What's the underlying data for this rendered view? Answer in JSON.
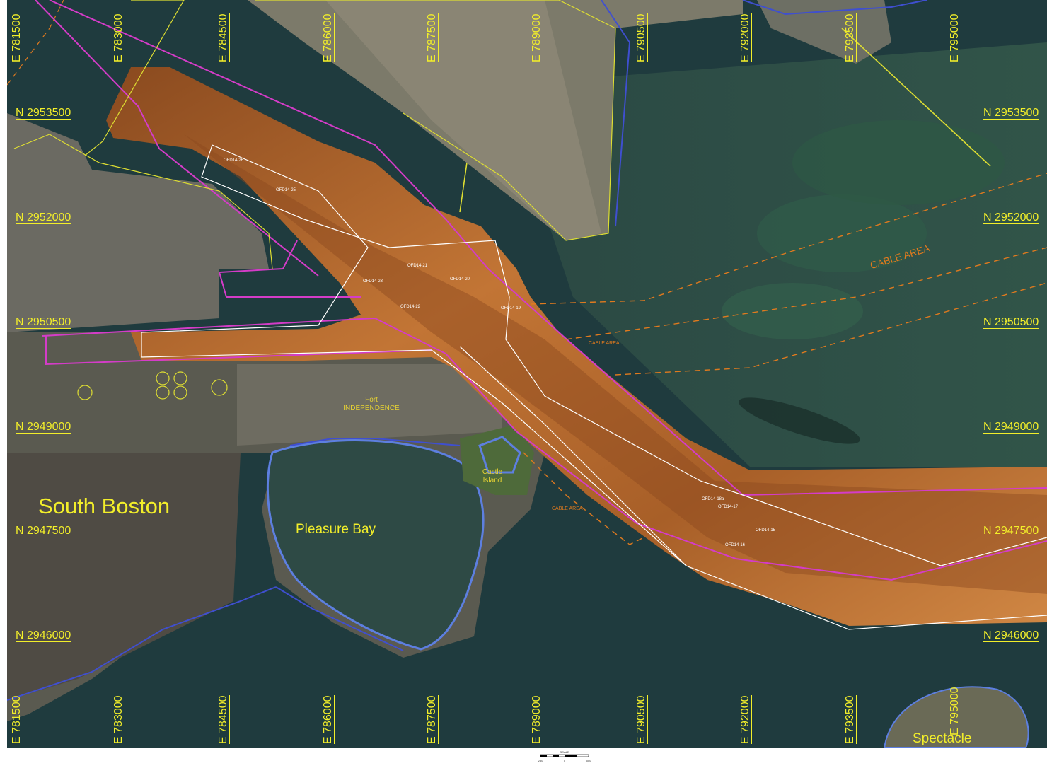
{
  "map": {
    "place_labels": {
      "south_boston": "South Boston",
      "pleasure_bay": "Pleasure Bay",
      "spectacle": "Spectacle",
      "castle_island": "Castle Island",
      "fort_independence": "Fort INDEPENDENCE"
    },
    "cable_area_labels": [
      "CABLE AREA",
      "CABLE AREA",
      "CABLE AREA"
    ],
    "northing_labels": [
      "N 2953500",
      "N 2952000",
      "N 2950500",
      "N 2949000",
      "N 2947500",
      "N 2946000"
    ],
    "easting_labels": [
      "E 781500",
      "E 783000",
      "E 784500",
      "E 786000",
      "E 787500",
      "E 789000",
      "E 790500",
      "E 792000",
      "E 793500",
      "E 795000"
    ],
    "survey_site_labels": [
      "OFD14-26",
      "OFD14-25",
      "OFD14-21",
      "OFD14-20",
      "OFD14-23",
      "OFD14-22",
      "OFD14-19",
      "OFD14-18a",
      "OFD14-17",
      "OFD14-15",
      "OFD14-16"
    ],
    "scale": {
      "title": "SCALE",
      "ticks": [
        "250",
        "0",
        "500"
      ]
    },
    "colors": {
      "water": "#1e3a3c",
      "sonar_mosaic": "#b8692c",
      "grid_labels": "#f2ee2a",
      "shoreline": "#3f4fd0",
      "channel_boundary": "#d43cc8",
      "survey_limit": "#ffffff",
      "cable_area": "#e07a1e"
    }
  }
}
